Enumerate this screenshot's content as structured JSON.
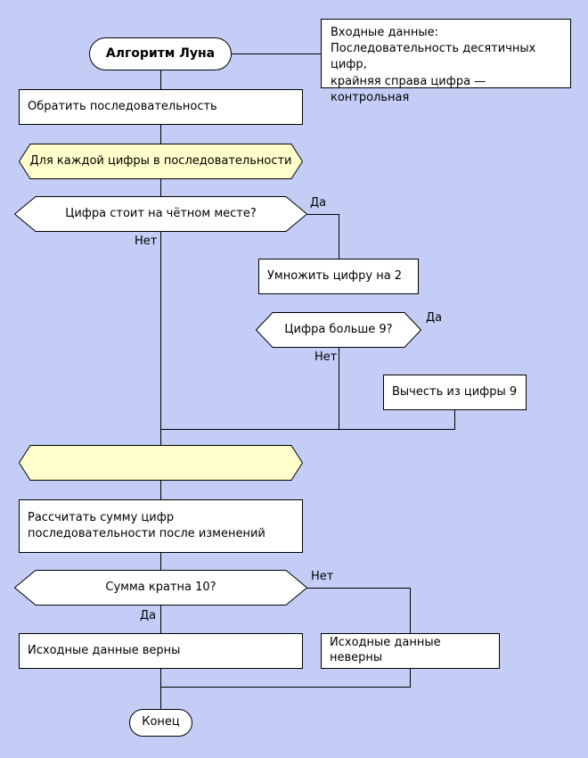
{
  "diagram": {
    "colors": {
      "background": "#c3cdf6",
      "node_fill": "#ffffff",
      "loop_fill": "#ffffcc",
      "border": "#000000"
    },
    "nodes": {
      "start": {
        "label": "Алгоритм Луна"
      },
      "input_note": {
        "text": "Входные данные:\nПоследовательность десятичных цифр,\nкрайняя справа цифра — контрольная"
      },
      "reverse": {
        "label": "Обратить последовательность"
      },
      "foreach": {
        "label": "Для каждой цифры в последовательности"
      },
      "even_check": {
        "label": "Цифра стоит на чётном месте?"
      },
      "multiply": {
        "label": "Умножить цифру на 2"
      },
      "gt9_check": {
        "label": "Цифра больше 9?"
      },
      "subtract": {
        "label": "Вычесть из цифры 9"
      },
      "loop_end": {
        "label": ""
      },
      "sum": {
        "label": "Рассчитать сумму цифр последовательности после изменений"
      },
      "mod10_check": {
        "label": "Сумма кратна 10?"
      },
      "valid": {
        "label": "Исходные данные верны"
      },
      "invalid": {
        "label": "Исходные данные неверны"
      },
      "end": {
        "label": "Конец"
      }
    },
    "edge_labels": {
      "even_yes": "Да",
      "even_no": "Нет",
      "gt9_yes": "Да",
      "gt9_no": "Нет",
      "mod10_no": "Нет",
      "mod10_yes": "Да"
    }
  }
}
